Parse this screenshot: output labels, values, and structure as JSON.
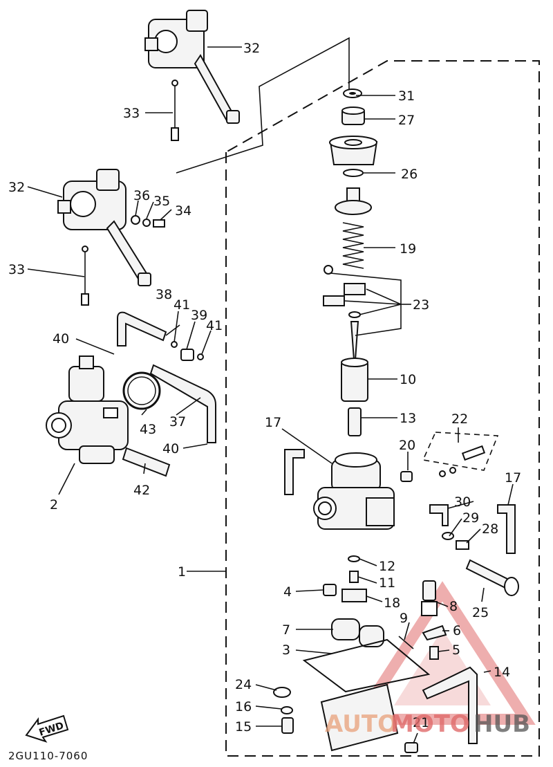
{
  "diagram_code": "2GU110-7060",
  "fwd_label": "FWD",
  "watermark": {
    "part1": "AUTO",
    "part2": "MOTO",
    "part3": "HUB",
    "color_primary": "#e06b6b",
    "color_secondary": "#e8a07a"
  },
  "callouts": [
    {
      "id": "c32a",
      "text": "32"
    },
    {
      "id": "c33a",
      "text": "33"
    },
    {
      "id": "c32b",
      "text": "32"
    },
    {
      "id": "c33b",
      "text": "33"
    },
    {
      "id": "c36",
      "text": "36"
    },
    {
      "id": "c35",
      "text": "35"
    },
    {
      "id": "c34",
      "text": "34"
    },
    {
      "id": "c38",
      "text": "38"
    },
    {
      "id": "c41a",
      "text": "41"
    },
    {
      "id": "c39",
      "text": "39"
    },
    {
      "id": "c41b",
      "text": "41"
    },
    {
      "id": "c40a",
      "text": "40"
    },
    {
      "id": "c43",
      "text": "43"
    },
    {
      "id": "c37",
      "text": "37"
    },
    {
      "id": "c40b",
      "text": "40"
    },
    {
      "id": "c42",
      "text": "42"
    },
    {
      "id": "c2",
      "text": "2"
    },
    {
      "id": "c31",
      "text": "31"
    },
    {
      "id": "c27",
      "text": "27"
    },
    {
      "id": "c26",
      "text": "26"
    },
    {
      "id": "c19",
      "text": "19"
    },
    {
      "id": "c23",
      "text": "23"
    },
    {
      "id": "c10",
      "text": "10"
    },
    {
      "id": "c13",
      "text": "13"
    },
    {
      "id": "c17a",
      "text": "17"
    },
    {
      "id": "c22",
      "text": "22"
    },
    {
      "id": "c20",
      "text": "20"
    },
    {
      "id": "c17b",
      "text": "17"
    },
    {
      "id": "c30",
      "text": "30"
    },
    {
      "id": "c29",
      "text": "29"
    },
    {
      "id": "c28",
      "text": "28"
    },
    {
      "id": "c1",
      "text": "1"
    },
    {
      "id": "c12",
      "text": "12"
    },
    {
      "id": "c11",
      "text": "11"
    },
    {
      "id": "c4",
      "text": "4"
    },
    {
      "id": "c18",
      "text": "18"
    },
    {
      "id": "c8",
      "text": "8"
    },
    {
      "id": "c25",
      "text": "25"
    },
    {
      "id": "c7",
      "text": "7"
    },
    {
      "id": "c9",
      "text": "9"
    },
    {
      "id": "c6",
      "text": "6"
    },
    {
      "id": "c5",
      "text": "5"
    },
    {
      "id": "c3",
      "text": "3"
    },
    {
      "id": "c14",
      "text": "14"
    },
    {
      "id": "c24",
      "text": "24"
    },
    {
      "id": "c16",
      "text": "16"
    },
    {
      "id": "c15",
      "text": "15"
    },
    {
      "id": "c21",
      "text": "21"
    }
  ]
}
